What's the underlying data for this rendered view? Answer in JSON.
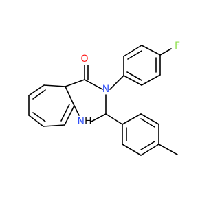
{
  "molecule": {
    "atoms": {
      "oxygen": {
        "symbol": "O",
        "color": "#ff0d0d"
      },
      "n3": {
        "symbol": "N",
        "color": "#3050f8"
      },
      "n1h": {
        "symbol": "NH",
        "n_color": "#3050f8",
        "h_color": "#000000"
      },
      "fluorine": {
        "symbol": "F",
        "color": "#90e050"
      }
    },
    "bond_color": "#000000",
    "background": "#ffffff"
  }
}
